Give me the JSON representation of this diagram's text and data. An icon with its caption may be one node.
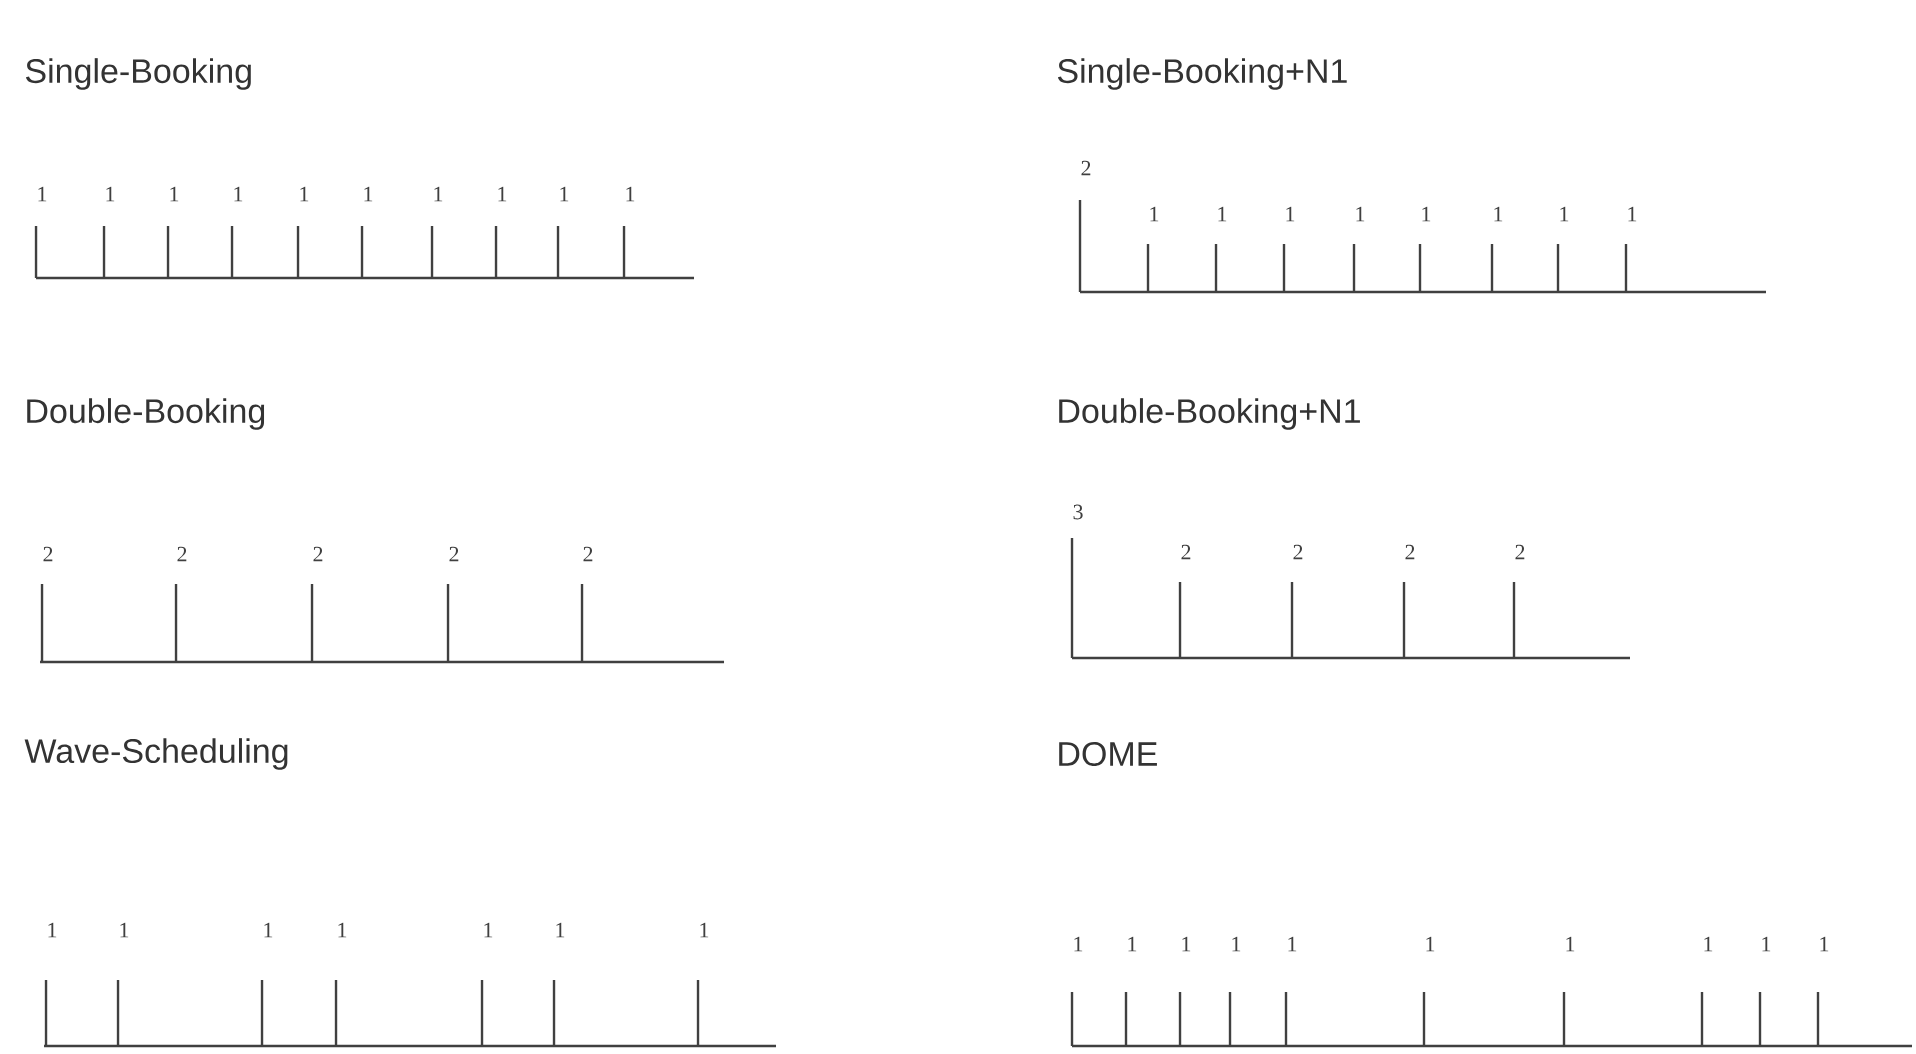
{
  "diagram": {
    "labels": [
      "Single-Booking",
      "1",
      "1",
      "1",
      "1",
      "1",
      "1",
      "1",
      "1",
      "1",
      "1",
      "Single-Booking+N1",
      "2",
      "1",
      "1",
      "1",
      "1",
      "1",
      "1",
      "1",
      "1",
      "Double-Booking",
      "2",
      "2",
      "2",
      "2",
      "2",
      "Double-Booking+N1",
      "3",
      "2",
      "2",
      "2",
      "2",
      "Wave-Scheduling",
      "1",
      "1",
      "1",
      "1",
      "1",
      "1",
      "1",
      "DOME",
      "1",
      "1",
      "1",
      "1",
      "1",
      "1",
      "1",
      "1",
      "1",
      "1"
    ]
  }
}
